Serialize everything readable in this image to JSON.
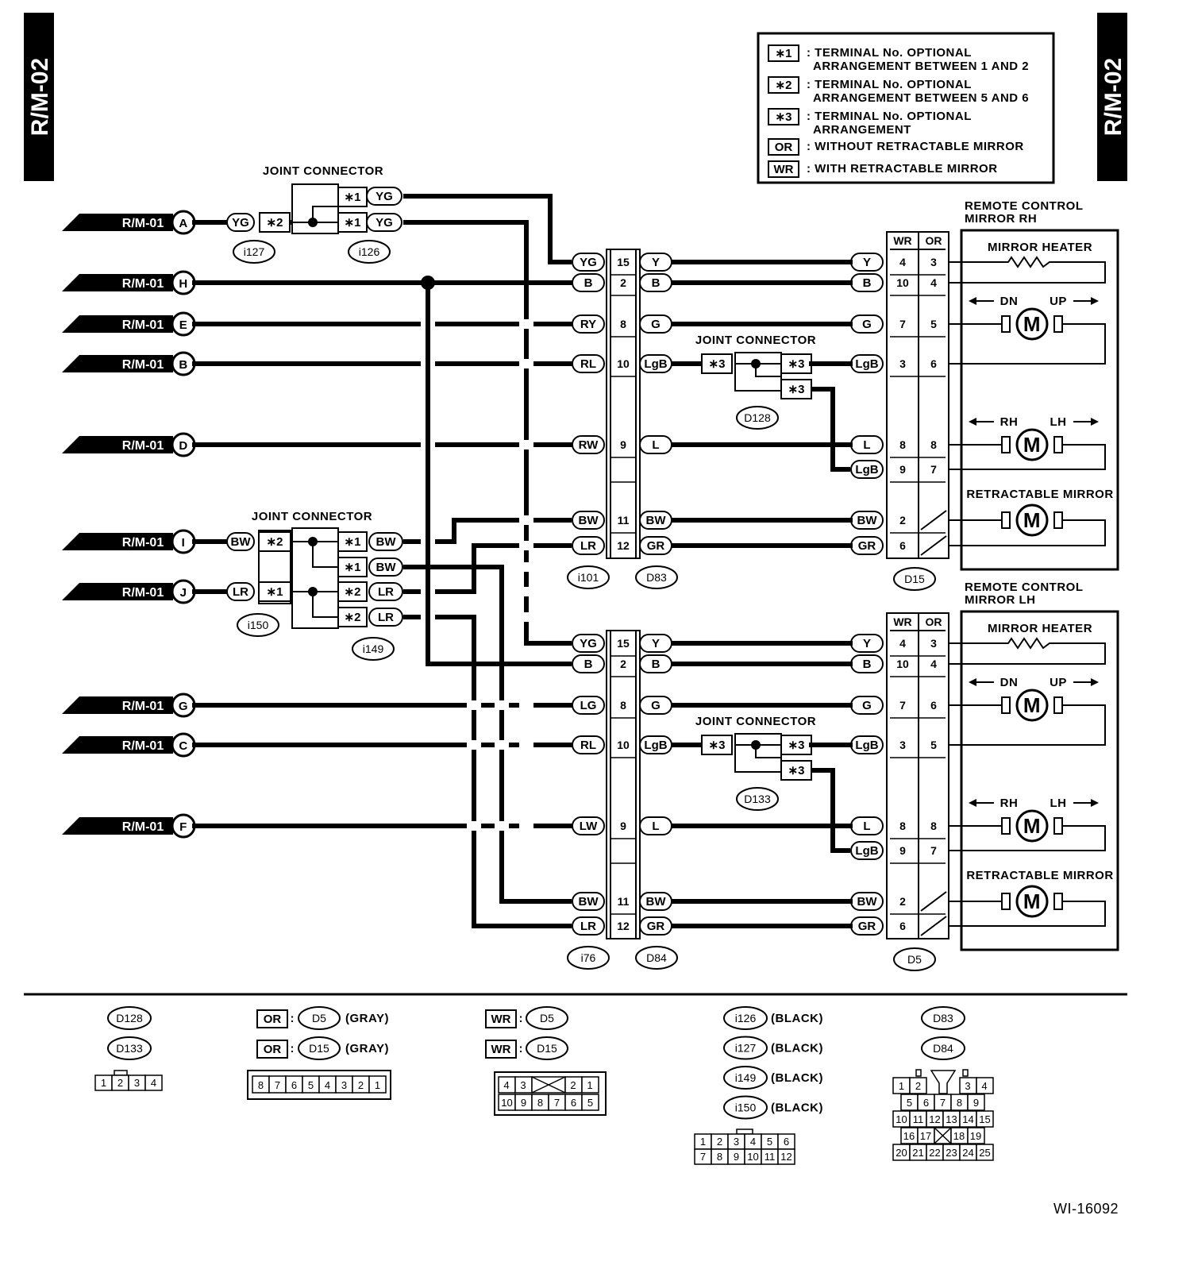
{
  "page": {
    "side_label": "R/M-02",
    "footer_code": "WI-16092"
  },
  "legend": {
    "items": [
      {
        "key": "∗1",
        "lines": [
          ": TERMINAL No. OPTIONAL",
          "ARRANGEMENT BETWEEN 1 AND 2"
        ]
      },
      {
        "key": "∗2",
        "lines": [
          ": TERMINAL No. OPTIONAL",
          "ARRANGEMENT BETWEEN 5 AND 6"
        ]
      },
      {
        "key": "∗3",
        "lines": [
          ": TERMINAL No. OPTIONAL",
          "ARRANGEMENT"
        ]
      },
      {
        "key": "OR",
        "lines": [
          ": WITHOUT RETRACTABLE MIRROR"
        ]
      },
      {
        "key": "WR",
        "lines": [
          ": WITH RETRACTABLE MIRROR"
        ]
      }
    ]
  },
  "labels": {
    "joint_connector": "JOINT CONNECTOR",
    "mirror_rh": [
      "REMOTE CONTROL",
      "MIRROR RH"
    ],
    "mirror_lh": [
      "REMOTE CONTROL",
      "MIRROR LH"
    ],
    "mirror_heater": "MIRROR HEATER",
    "retractable_mirror": "RETRACTABLE MIRROR",
    "motor": "M",
    "dn": "DN",
    "up": "UP",
    "rh": "RH",
    "lh": "LH",
    "wr": "WR",
    "or": "OR",
    "star1": "∗1",
    "star2": "∗2",
    "star3": "∗3"
  },
  "inputs": [
    {
      "ref": "R/M-01",
      "letter": "A"
    },
    {
      "ref": "R/M-01",
      "letter": "H"
    },
    {
      "ref": "R/M-01",
      "letter": "E"
    },
    {
      "ref": "R/M-01",
      "letter": "B"
    },
    {
      "ref": "R/M-01",
      "letter": "D"
    },
    {
      "ref": "R/M-01",
      "letter": "I"
    },
    {
      "ref": "R/M-01",
      "letter": "J"
    },
    {
      "ref": "R/M-01",
      "letter": "G"
    },
    {
      "ref": "R/M-01",
      "letter": "C"
    },
    {
      "ref": "R/M-01",
      "letter": "F"
    }
  ],
  "wires": {
    "a_top": [
      "YG",
      "YG"
    ],
    "a_in": "YG",
    "i_in": "BW",
    "j_in": "LR",
    "i149_right": [
      "BW",
      "BW",
      "LR",
      "LR"
    ]
  },
  "connector_ids": {
    "i127": "i127",
    "i126": "i126",
    "i150": "i150",
    "i149": "i149",
    "i101": "i101",
    "D83": "D83",
    "D128": "D128",
    "D15": "D15",
    "i76": "i76",
    "D84": "D84",
    "D133": "D133",
    "D5": "D5"
  },
  "rh_rows": [
    {
      "left": "YG",
      "pin": "15",
      "right": "Y",
      "mirror_wire": "Y",
      "wr": "4",
      "or": "3"
    },
    {
      "left": "B",
      "pin": "2",
      "right": "B",
      "mirror_wire": "B",
      "wr": "10",
      "or": "4"
    },
    {
      "left": "RY",
      "pin": "8",
      "right": "G",
      "mirror_wire": "G",
      "wr": "7",
      "or": "5"
    },
    {
      "left": "RL",
      "pin": "10",
      "right": "LgB",
      "mirror_wire": "LgB",
      "wr": "3",
      "or": "6"
    },
    {
      "left": "RW",
      "pin": "9",
      "right": "L",
      "mirror_wire": "L",
      "wr": "8",
      "or": "8"
    },
    {
      "left": "",
      "pin": "",
      "right": "",
      "mirror_wire": "LgB",
      "wr": "9",
      "or": "7"
    },
    {
      "left": "BW",
      "pin": "11",
      "right": "BW",
      "mirror_wire": "BW",
      "wr": "2",
      "or": ""
    },
    {
      "left": "LR",
      "pin": "12",
      "right": "GR",
      "mirror_wire": "GR",
      "wr": "6",
      "or": ""
    }
  ],
  "lh_rows": [
    {
      "left": "YG",
      "pin": "15",
      "right": "Y",
      "mirror_wire": "Y",
      "wr": "4",
      "or": "3"
    },
    {
      "left": "B",
      "pin": "2",
      "right": "B",
      "mirror_wire": "B",
      "wr": "10",
      "or": "4"
    },
    {
      "left": "LG",
      "pin": "8",
      "right": "G",
      "mirror_wire": "G",
      "wr": "7",
      "or": "6"
    },
    {
      "left": "RL",
      "pin": "10",
      "right": "LgB",
      "mirror_wire": "LgB",
      "wr": "3",
      "or": "5"
    },
    {
      "left": "LW",
      "pin": "9",
      "right": "L",
      "mirror_wire": "L",
      "wr": "8",
      "or": "8"
    },
    {
      "left": "",
      "pin": "",
      "right": "",
      "mirror_wire": "LgB",
      "wr": "9",
      "or": "7"
    },
    {
      "left": "BW",
      "pin": "11",
      "right": "BW",
      "mirror_wire": "BW",
      "wr": "2",
      "or": ""
    },
    {
      "left": "LR",
      "pin": "12",
      "right": "GR",
      "mirror_wire": "GR",
      "wr": "6",
      "or": ""
    }
  ],
  "footer": {
    "group1": {
      "ids": [
        "D128",
        "D133"
      ],
      "pins": [
        "1",
        "2",
        "3",
        "4"
      ]
    },
    "group2": {
      "key": "OR",
      "ids": [
        "D5",
        "D15"
      ],
      "color": "(GRAY)",
      "pins": [
        "8",
        "7",
        "6",
        "5",
        "4",
        "3",
        "2",
        "1"
      ]
    },
    "group3": {
      "key": "WR",
      "ids": [
        "D5",
        "D15"
      ],
      "pins_top": [
        "4",
        "3",
        "2",
        "1"
      ],
      "pins_bottom": [
        "10",
        "9",
        "8",
        "7",
        "6",
        "5"
      ]
    },
    "group4": {
      "ids": [
        "i126",
        "i127",
        "i149",
        "i150"
      ],
      "color": "(BLACK)",
      "pins_top": [
        "1",
        "2",
        "3",
        "4",
        "5",
        "6"
      ],
      "pins_bottom": [
        "7",
        "8",
        "9",
        "10",
        "11",
        "12"
      ]
    },
    "group5": {
      "ids": [
        "D83",
        "D84"
      ],
      "pins_row1": [
        "1",
        "2",
        "3",
        "4"
      ],
      "pins_row2": [
        "5",
        "6",
        "7",
        "8",
        "9"
      ],
      "pins_row3": [
        "10",
        "11",
        "12",
        "13",
        "14",
        "15"
      ],
      "pins_row4": [
        "16",
        "17",
        "18",
        "19"
      ],
      "pins_row5": [
        "20",
        "21",
        "22",
        "23",
        "24",
        "25"
      ]
    }
  }
}
